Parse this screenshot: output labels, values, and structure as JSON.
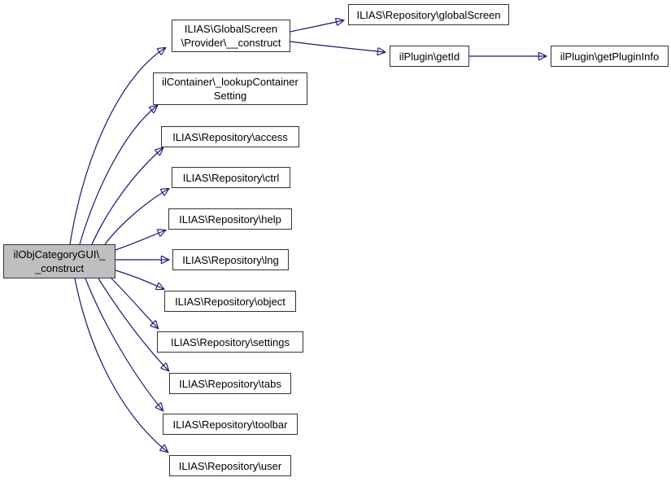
{
  "diagram": {
    "type": "call-graph",
    "colors": {
      "edge": "#191970",
      "node-border": "#333333",
      "node-bg": "#ffffff",
      "highlight-fill": "#bfbfbf",
      "page-bg": "#ffffff",
      "text": "#000000"
    },
    "nodes": [
      {
        "id": "main",
        "label": "ilObjCategoryGUI\\__construct",
        "lines": [
          "ilObjCategoryGUI\\_",
          "_construct"
        ],
        "highlighted": true
      },
      {
        "id": "gs-construct",
        "label": "ILIAS\\GlobalScreen\\Provider\\__construct",
        "lines": [
          "ILIAS\\GlobalScreen",
          "\\Provider\\__construct"
        ]
      },
      {
        "id": "lookup-container-setting",
        "label": "ilContainer\\_lookupContainerSetting",
        "lines": [
          "ilContainer\\_lookupContainer",
          "Setting"
        ]
      },
      {
        "id": "access",
        "label": "ILIAS\\Repository\\access",
        "lines": [
          "ILIAS\\Repository\\access"
        ]
      },
      {
        "id": "ctrl",
        "label": "ILIAS\\Repository\\ctrl",
        "lines": [
          "ILIAS\\Repository\\ctrl"
        ]
      },
      {
        "id": "help",
        "label": "ILIAS\\Repository\\help",
        "lines": [
          "ILIAS\\Repository\\help"
        ]
      },
      {
        "id": "lng",
        "label": "ILIAS\\Repository\\lng",
        "lines": [
          "ILIAS\\Repository\\lng"
        ]
      },
      {
        "id": "object",
        "label": "ILIAS\\Repository\\object",
        "lines": [
          "ILIAS\\Repository\\object"
        ]
      },
      {
        "id": "settings",
        "label": "ILIAS\\Repository\\settings",
        "lines": [
          "ILIAS\\Repository\\settings"
        ]
      },
      {
        "id": "tabs",
        "label": "ILIAS\\Repository\\tabs",
        "lines": [
          "ILIAS\\Repository\\tabs"
        ]
      },
      {
        "id": "toolbar",
        "label": "ILIAS\\Repository\\toolbar",
        "lines": [
          "ILIAS\\Repository\\toolbar"
        ]
      },
      {
        "id": "user",
        "label": "ILIAS\\Repository\\user",
        "lines": [
          "ILIAS\\Repository\\user"
        ]
      },
      {
        "id": "repository-globalscreen",
        "label": "ILIAS\\Repository\\globalScreen",
        "lines": [
          "ILIAS\\Repository\\globalScreen"
        ]
      },
      {
        "id": "getid",
        "label": "ilPlugin\\getId",
        "lines": [
          "ilPlugin\\getId"
        ]
      },
      {
        "id": "getplugininfo",
        "label": "ilPlugin\\getPluginInfo",
        "lines": [
          "ilPlugin\\getPluginInfo"
        ]
      }
    ],
    "edges": [
      {
        "from": "main",
        "to": "gs-construct"
      },
      {
        "from": "main",
        "to": "lookup-container-setting"
      },
      {
        "from": "main",
        "to": "access"
      },
      {
        "from": "main",
        "to": "ctrl"
      },
      {
        "from": "main",
        "to": "help"
      },
      {
        "from": "main",
        "to": "lng"
      },
      {
        "from": "main",
        "to": "object"
      },
      {
        "from": "main",
        "to": "settings"
      },
      {
        "from": "main",
        "to": "tabs"
      },
      {
        "from": "main",
        "to": "toolbar"
      },
      {
        "from": "main",
        "to": "user"
      },
      {
        "from": "gs-construct",
        "to": "repository-globalscreen"
      },
      {
        "from": "gs-construct",
        "to": "getid"
      },
      {
        "from": "getid",
        "to": "getplugininfo"
      }
    ]
  }
}
